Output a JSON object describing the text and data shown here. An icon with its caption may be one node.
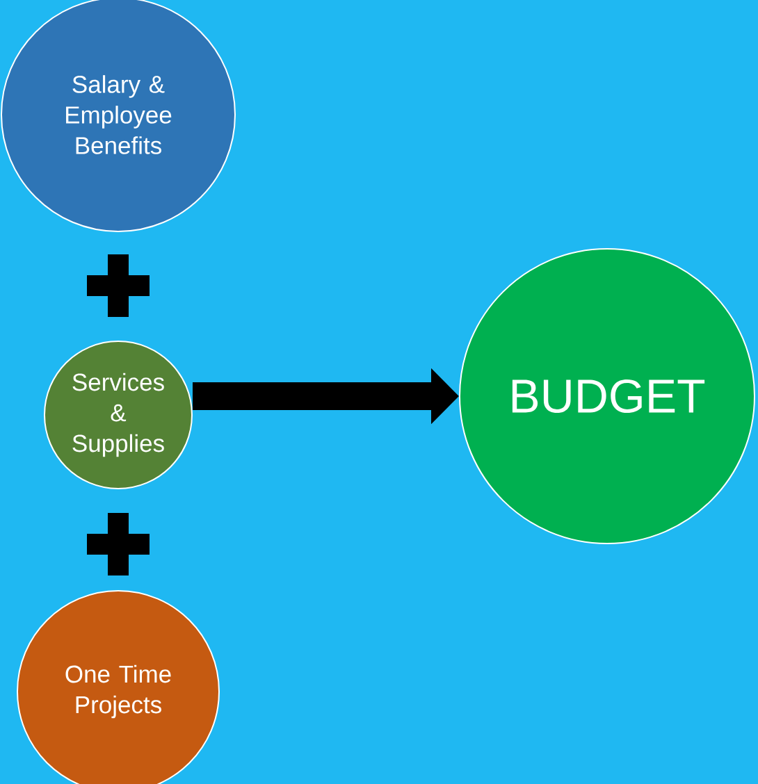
{
  "diagram": {
    "nodes": [
      {
        "text": [
          "Salary & Employee Benefits"
        ]
      },
      {
        "text": [
          "Services & Supplies"
        ]
      },
      {
        "text": [
          "One Time Projects"
        ]
      },
      {
        "text": [
          "BUDGET"
        ]
      }
    ],
    "edges": [
      {
        "from": 1,
        "to": 3,
        "arrow": "to"
      }
    ]
  }
}
